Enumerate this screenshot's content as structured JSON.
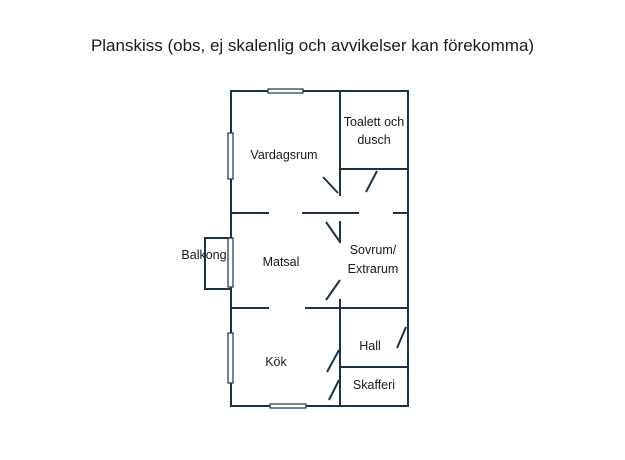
{
  "title": "Planskiss (obs, ej skalenlig och avvikelser kan förekomma)",
  "rooms": {
    "vardagsrum": "Vardagsrum",
    "toalett_line1": "Toalett och",
    "toalett_line2": "dusch",
    "matsal": "Matsal",
    "sovrum_line1": "Sovrum/",
    "sovrum_line2": "Extrarum",
    "balkong": "Balkong",
    "kok": "Kök",
    "hall": "Hall",
    "skafferi": "Skafferi"
  },
  "colors": {
    "wall": "#1d3149",
    "background": "#ffffff"
  }
}
